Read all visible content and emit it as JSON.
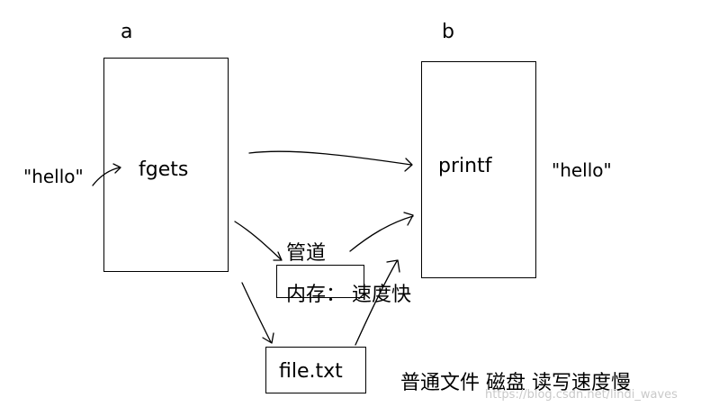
{
  "labels": {
    "a": "a",
    "b": "b",
    "fgets": "fgets",
    "printf": "printf",
    "hello_in": "\"hello\"",
    "hello_out": "\"hello\"",
    "pipe": "管道",
    "memory": "内存： 速度快",
    "file": "file.txt",
    "disk_note": "普通文件  磁盘  读写速度慢"
  },
  "watermark": "https://blog.csdn.net/lindi_waves"
}
